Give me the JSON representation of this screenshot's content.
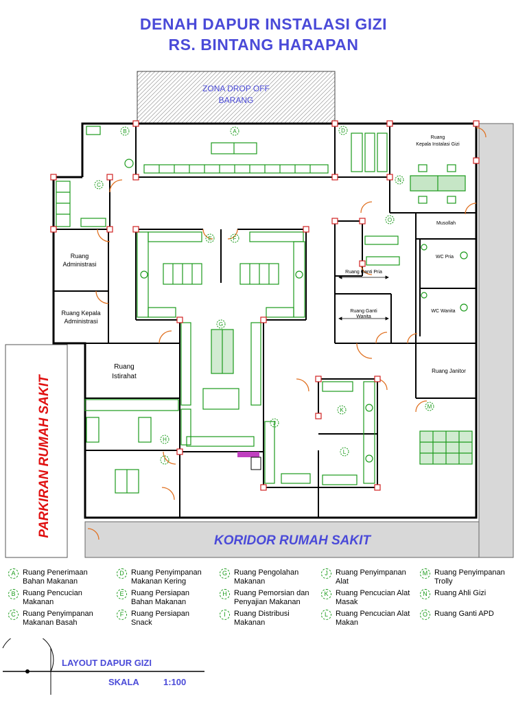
{
  "title_line1": "DENAH DAPUR INSTALASI GIZI",
  "title_line2": "RS. BINTANG HARAPAN",
  "zones": {
    "drop_off_line1": "ZONA DROP OFF",
    "drop_off_line2": "BARANG",
    "parkiran": "PARKIRAN RUMAH SAKIT",
    "koridor": "KORIDOR RUMAH SAKIT"
  },
  "rooms": {
    "kepala_instalasi_1": "Ruang",
    "kepala_instalasi_2": "Kepala Instalasi Gizi",
    "administrasi_1": "Ruang",
    "administrasi_2": "Administrasi",
    "kepala_admin_1": "Ruang Kepala",
    "kepala_admin_2": "Administrasi",
    "istirahat_1": "Ruang",
    "istirahat_2": "Istirahat",
    "musollah": "Musollah",
    "wc_pria": "WC Pria",
    "wc_wanita": "WC Wanita",
    "ganti_pria": "Ruang Ganti Pria",
    "ganti_wanita_1": "Ruang Ganti",
    "ganti_wanita_2": "Wanita",
    "janitor": "Ruang Janitor"
  },
  "markers": {
    "A": "A",
    "B": "B",
    "C": "C",
    "D": "D",
    "E": "E",
    "F": "F",
    "G": "G",
    "H": "H",
    "I": "I",
    "J": "J",
    "K": "K",
    "L": "L",
    "M": "M",
    "N": "N",
    "O": "O"
  },
  "legend": [
    {
      "code": "A",
      "text": "Ruang Penerimaan Bahan Makanan"
    },
    {
      "code": "B",
      "text": "Ruang Pencucian Makanan"
    },
    {
      "code": "C",
      "text": "Ruang Penyimpanan Makanan Basah"
    },
    {
      "code": "D",
      "text": "Ruang Penyimpanan Makanan Kering"
    },
    {
      "code": "E",
      "text": "Ruang Persiapan Bahan Makanan"
    },
    {
      "code": "F",
      "text": "Ruang Persiapan Snack"
    },
    {
      "code": "G",
      "text": "Ruang Pengolahan Makanan"
    },
    {
      "code": "H",
      "text": "Ruang Pemorsian dan Penyajian Makanan"
    },
    {
      "code": "I",
      "text": "Ruang Distribusi Makanan"
    },
    {
      "code": "J",
      "text": "Ruang Penyimpanan Alat"
    },
    {
      "code": "K",
      "text": "Ruang Pencucian Alat Masak"
    },
    {
      "code": "L",
      "text": "Ruang Pencucian Alat Makan"
    },
    {
      "code": "M",
      "text": "Ruang Penyimpanan Trolly"
    },
    {
      "code": "N",
      "text": "Ruang Ahli Gizi"
    },
    {
      "code": "O",
      "text": "Ruang Ganti APD"
    }
  ],
  "footer": {
    "layout": "LAYOUT DAPUR GIZI",
    "scale_label": "SKALA",
    "scale_value": "1:100"
  },
  "colors": {
    "title": "#4a4ad8",
    "wall": "#000000",
    "equipment": "#1a9a1a",
    "door": "#e07020",
    "column": "#d02020",
    "parkiran": "#e01010",
    "hatch": "#888888"
  }
}
